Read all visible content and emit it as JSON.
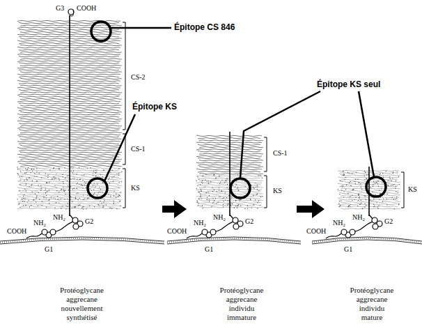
{
  "diagram": {
    "nodes": [
      {
        "text": [
          "Protéoglycane aggrecane nouvellement synthétisé"
        ]
      },
      {
        "text": [
          "Protéoglycane aggrecane individu immature"
        ]
      },
      {
        "text": [
          "Protéoglycane aggrecane individu mature"
        ]
      }
    ],
    "edges": [
      {
        "from": 0,
        "to": 1,
        "arrow": "to"
      },
      {
        "from": 1,
        "to": 2,
        "arrow": "to"
      }
    ],
    "labels": [
      "G3",
      "COOH",
      "Épitope CS 846",
      "CS-2",
      "Épitope KS",
      "CS-1",
      "KS",
      "NH₂",
      "NH₂",
      "COOH",
      "G2",
      "G1",
      "Épitope KS seul",
      "CS-1",
      "KS",
      "NH₂",
      "NH₂",
      "COOH",
      "G2",
      "G1",
      "KS",
      "NH₂",
      "NH₂",
      "COOH",
      "G2",
      "G1"
    ]
  }
}
